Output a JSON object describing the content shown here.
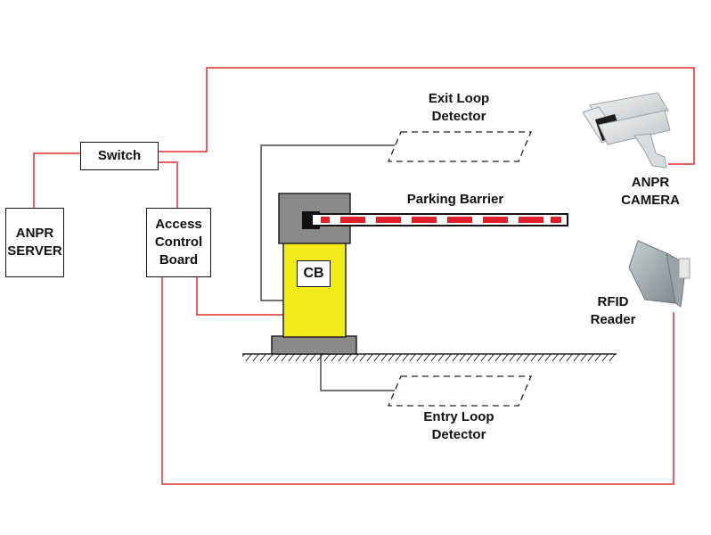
{
  "nodes": {
    "switch": "Switch",
    "anpr_server": [
      "ANPR",
      "SERVER"
    ],
    "access_control": [
      "Access",
      "Control",
      "Board"
    ],
    "cb": "CB"
  },
  "labels": {
    "exit_loop": [
      "Exit Loop",
      "Detector"
    ],
    "entry_loop": [
      "Entry Loop",
      "Detector"
    ],
    "parking_barrier": "Parking Barrier",
    "anpr_camera": [
      "ANPR",
      "CAMERA"
    ],
    "rfid_reader": [
      "RFID",
      "Reader"
    ]
  },
  "colors": {
    "wire_red": "#e02a2a",
    "wire_black": "#222222",
    "barrier_housing": "#8a8a8a",
    "post_yellow": "#f3ea1a",
    "base_gray": "#8a8a8a",
    "stripe_red": "#e0202a"
  }
}
